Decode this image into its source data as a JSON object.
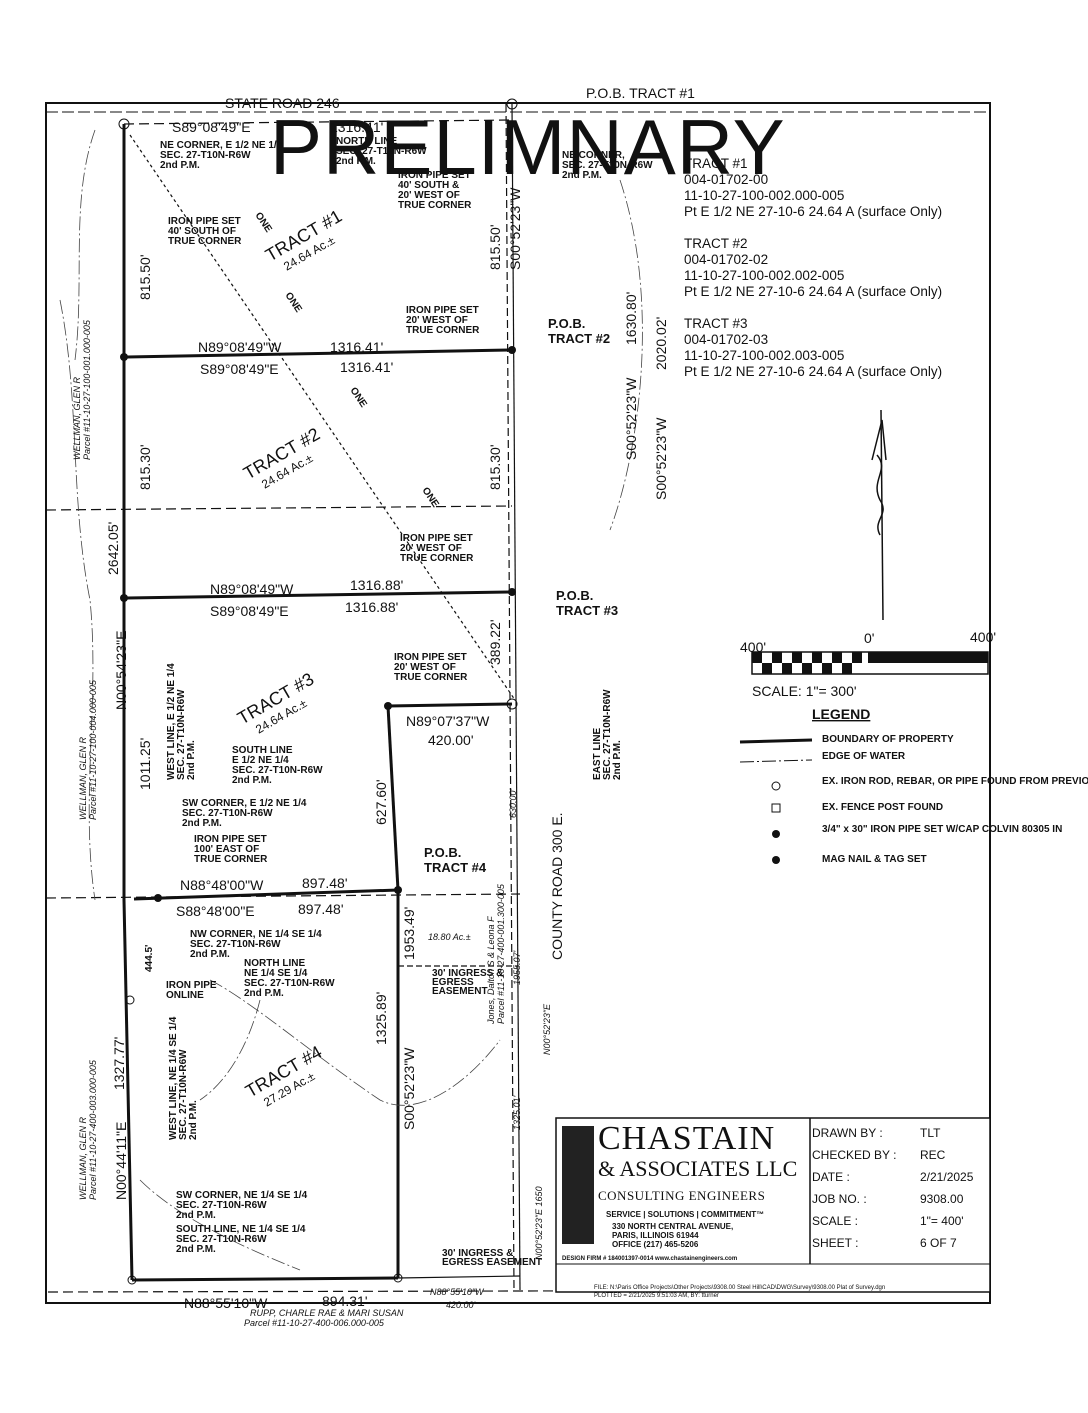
{
  "watermark": "PRELIMNARY",
  "road_north": "STATE ROAD 246",
  "road_east": "COUNTY ROAD 300 E.",
  "north_pob": "P.O.B. TRACT #1",
  "bearings": {
    "top_line": "S89°08'49\"E",
    "top_dist": "1316.41'",
    "t1_n": "N89°08'49\"W",
    "t1_n_dist": "1316.41'",
    "t2_s": "S89°08'49\"E",
    "t2_s_dist": "1316.41'",
    "t3_n": "N89°08'49\"W",
    "t3_n_dist": "1316.88'",
    "t3_s": "S89°08'49\"E",
    "t3_s_dist": "1316.88'",
    "west_upper": "N00°54'23\"E",
    "west_upper_dist": "2642.05'",
    "west_lower": "N00°44'11\"E",
    "west_lower_dist": "1327.77'",
    "east_s1": "S00°52'23\"W",
    "east_s2": "S00°52'23\"W",
    "east_s3": "S00°52'23\"W",
    "east_d1": "1630.80'",
    "east_d2": "2020.02'",
    "t1_w": "815.50'",
    "t1_e": "815.50'",
    "t2_w": "815.30'",
    "t2_e": "815.30'",
    "t3_w": "1011.25'",
    "t3_e": "389.22'",
    "t3_inner_n": "N89°07'37\"W",
    "t3_inner_n_dist": "420.00'",
    "t3_inner_e": "627.60'",
    "t4_n": "N88°48'00\"W",
    "t4_n_dist": "897.48'",
    "t4_s": "S88°48'00\"E",
    "t4_s_dist": "897.48'",
    "t4_e": "S00°52'23\"W",
    "t4_e_dist": "1325.89'",
    "t4_ne": "1953.49'",
    "bottom": "N88°55'10\"W",
    "bottom_dist": "894.31'",
    "bottom_r": "N88°55'10\"W",
    "bottom_r_dist": "420.00'",
    "ne_strip1": "630.00'",
    "ne_strip2": "1955.07'",
    "ne_strip3": "N00°52'23\"E",
    "ne_strip4": "1325.01'",
    "ne_strip5": "N00°52'23\"E 1650",
    "w_444": "444.5'"
  },
  "tracts": [
    {
      "name": "TRACT #1",
      "area": "24.64 Ac.±"
    },
    {
      "name": "TRACT #2",
      "area": "24.64 Ac.±"
    },
    {
      "name": "TRACT #3",
      "area": "24.64 Ac.±"
    },
    {
      "name": "TRACT #4",
      "area": "27.29 Ac.±"
    }
  ],
  "pob": {
    "t2": [
      "P.O.B.",
      "TRACT #2"
    ],
    "t3": [
      "P.O.B.",
      "TRACT #3"
    ],
    "t4": [
      "P.O.B.",
      "TRACT #4"
    ]
  },
  "area_jones": "18.80 Ac.±",
  "notes": {
    "ne_corner_left": [
      "NE CORNER, E 1/2 NE 1/4",
      "SEC. 27-T10N-R6W",
      "2nd P.M."
    ],
    "north_line": [
      "NORTH LINE",
      "SEC. 27-T10N-R6W",
      "2nd P.M."
    ],
    "ne_corner_right": [
      "NE CORNER,",
      "SEC. 27-T10N-R6W",
      "2nd P.M."
    ],
    "pipe_40_40": [
      "IRON PIPE SET",
      "40' SOUTH &",
      "20' WEST OF",
      "TRUE CORNER"
    ],
    "pipe_40_south": [
      "IRON PIPE SET",
      "40' SOUTH OF",
      "TRUE CORNER"
    ],
    "pipe_20_w1": [
      "IRON PIPE SET",
      "20' WEST OF",
      "TRUE CORNER"
    ],
    "pipe_20_w2": [
      "IRON PIPE SET",
      "20' WEST OF",
      "TRUE CORNER"
    ],
    "pipe_20_w3": [
      "IRON PIPE SET",
      "20' WEST OF",
      "TRUE CORNER"
    ],
    "west_line": [
      "WEST LINE, E 1/2 NE 1/4",
      "SEC. 27-T10N-R6W",
      "2nd P.M."
    ],
    "east_line": [
      "EAST LINE",
      "SEC. 27-T10N-R6W",
      "2nd P.M."
    ],
    "south_line": [
      "SOUTH LINE",
      "E 1/2 NE 1/4",
      "SEC. 27-T10N-R6W",
      "2nd P.M."
    ],
    "sw_corner": [
      "SW CORNER, E 1/2 NE 1/4",
      "SEC. 27-T10N-R6W",
      "2nd P.M."
    ],
    "pipe_100": [
      "IRON PIPE SET",
      "100' EAST OF",
      "TRUE CORNER"
    ],
    "nw_corner": [
      "NW CORNER, NE 1/4 SE 1/4",
      "SEC. 27-T10N-R6W",
      "2nd P.M."
    ],
    "north_line2": [
      "NORTH LINE",
      "NE 1/4 SE 1/4",
      "SEC. 27-T10N-R6W",
      "2nd P.M."
    ],
    "iron_online": [
      "IRON PIPE",
      "ONLINE"
    ],
    "west_line2": [
      "WEST LINE, NE 1/4 SE 1/4",
      "SEC. 27-T10N-R6W",
      "2nd P.M."
    ],
    "sw_corner2": [
      "SW CORNER, NE 1/4 SE 1/4",
      "SEC. 27-T10N-R6W",
      "2nd P.M."
    ],
    "south_line2": [
      "SOUTH LINE, NE 1/4 SE 1/4",
      "SEC. 27-T10N-R6W",
      "2nd P.M."
    ],
    "easement1": [
      "30' INGRESS &",
      "EGRESS",
      "EASEMENT"
    ],
    "easement2": [
      "30' INGRESS &",
      "EGRESS EASEMENT"
    ]
  },
  "owners": {
    "wellman1": [
      "WELLMAN, GLEN R",
      "Parcel #11-10-27-100-001.000-005"
    ],
    "wellman2": [
      "WELLMAN, GLEN R",
      "Parcel #11-10-27-100-004.000-005"
    ],
    "wellman3": [
      "WELLMAN, GLEN R",
      "Parcel #11-10-27-400-003.000-005"
    ],
    "jones": [
      "Jones, Dalton S & Leona F",
      "Parcel #11-10-27-400-001.300-005"
    ],
    "rupp": [
      "RUPP, CHARLE RAE & MARI SUSAN",
      "Parcel #11-10-27-400-006.000-005"
    ]
  },
  "tract_info": [
    {
      "title": "TRACT #1",
      "lines": [
        "004-01702-00",
        "11-10-27-100-002.000-005",
        "Pt E 1/2 NE 27-10-6 24.64 A  (surface Only)"
      ]
    },
    {
      "title": "TRACT #2",
      "lines": [
        "004-01702-02",
        "11-10-27-100-002.002-005",
        "Pt E 1/2 NE 27-10-6 24.64 A  (surface Only)"
      ]
    },
    {
      "title": "TRACT #3",
      "lines": [
        "004-01702-03",
        "11-10-27-100-002.003-005",
        "Pt E 1/2 NE 27-10-6 24.64 A  (surface Only)"
      ]
    }
  ],
  "scale_bar": {
    "left": "400'",
    "mid": "0'",
    "right": "400'",
    "caption": "SCALE: 1\"= 300'"
  },
  "legend": {
    "title": "LEGEND",
    "items": [
      "BOUNDARY OF PROPERTY",
      "EDGE OF WATER",
      "EX. IRON ROD, REBAR, OR PIPE FOUND FROM PREVIOUS SURVEY",
      "EX. FENCE POST FOUND",
      "3/4\" x 30\" IRON PIPE SET W/CAP COLVIN 80305 IN",
      "MAG NAIL & TAG SET"
    ]
  },
  "firm": {
    "name1": "CHASTAIN",
    "name2": "& ASSOCIATES LLC",
    "consulting": "CONSULTING ENGINEERS",
    "services": "SERVICE | SOLUTIONS | COMMITMENT™",
    "address": [
      "330 NORTH CENTRAL AVENUE,",
      "PARIS, ILLINOIS 61944",
      "OFFICE (217) 465-5206"
    ],
    "design_firm": "DESIGN FIRM # 184001397-0014   www.chastainengineers.com"
  },
  "title_block": [
    {
      "k": "DRAWN BY :",
      "v": "TLT"
    },
    {
      "k": "CHECKED BY :",
      "v": "REC"
    },
    {
      "k": "DATE :",
      "v": "2/21/2025"
    },
    {
      "k": "JOB NO. :",
      "v": "9308.00"
    },
    {
      "k": "SCALE :",
      "v": "1\"= 400'"
    },
    {
      "k": "SHEET :",
      "v": "6 OF 7"
    }
  ],
  "file_path": [
    "FILE: N:\\Paris Office Projects\\Other Projects\\9308.00 Steel Hill\\CAD\\DWG\\Survey\\9308.00 Plat of Survey.dgn",
    "PLOTTED = 2/21/2025 9:51:03 AM, BY: tturner"
  ],
  "one_labels": [
    "ONE",
    "ONE",
    "ONE",
    "ONE"
  ]
}
